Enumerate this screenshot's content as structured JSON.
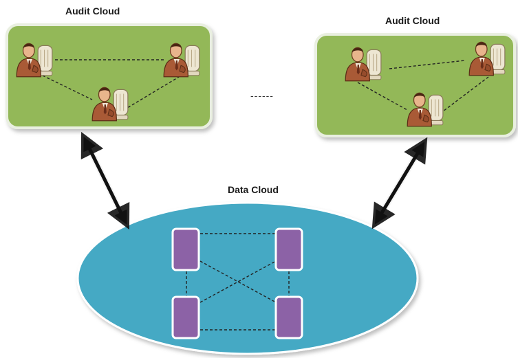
{
  "labels": {
    "audit_left": "Audit Cloud",
    "audit_right": "Audit Cloud",
    "data_cloud": "Data Cloud",
    "separator": "------"
  },
  "colors": {
    "audit_fill": "#93b858",
    "audit_border": "#e9efe0",
    "data_fill": "#45a9c4",
    "data_border": "#ffffff",
    "node_fill": "#8c62a6",
    "arrow": "#111111",
    "dashed_line": "#222222"
  },
  "icons": {
    "person": "person-at-computer-icon",
    "node": "server-node-icon"
  }
}
